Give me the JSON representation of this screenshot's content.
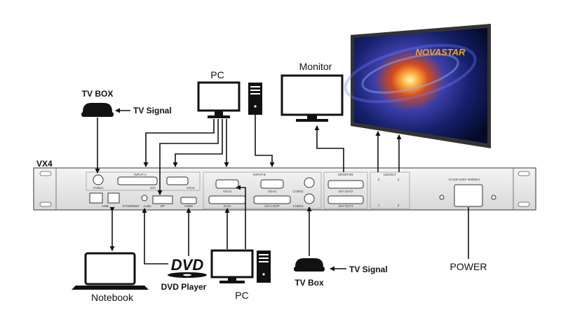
{
  "labels": {
    "device": "VX4",
    "pc_top": "PC",
    "monitor": "Monitor",
    "tv_box_top": "TV BOX",
    "tv_signal_top": "TV Signal",
    "notebook": "Notebook",
    "dvd_player": "DVD Player",
    "dvd_logo": "DVD",
    "pc_bottom": "PC",
    "tv_box_bottom": "TV Box",
    "tv_signal_bottom": "TV Signal",
    "power": "POWER",
    "screen_brand": "NOVASTAR"
  },
  "panel": {
    "input_a": "INPUT-A",
    "input_b": "INPUT-B",
    "monitor": "MONITOR",
    "ledout": "LEDOUT",
    "cvbs1": "CVBS1",
    "dvi": "DVI",
    "vga1": "VGA1",
    "vga2": "VGA2",
    "vga3": "VGA3",
    "cvbs2": "CVBS2",
    "dvi2": "DVI2",
    "dvi_loop": "DVI LOOP",
    "cvbs3": "CVBS3",
    "dvi_out2": "DVI OUT2",
    "dvi_out1": "DVI OUT1",
    "usb": "USB",
    "ethernet": "ETHERNET",
    "audio": "Audio",
    "dp": "DP",
    "hdmi": "HDMI",
    "port_2": "2",
    "port_4": "4",
    "port_1": "1",
    "port_3": "3",
    "ac_rating": "AC100-240V~50/60Hz"
  }
}
